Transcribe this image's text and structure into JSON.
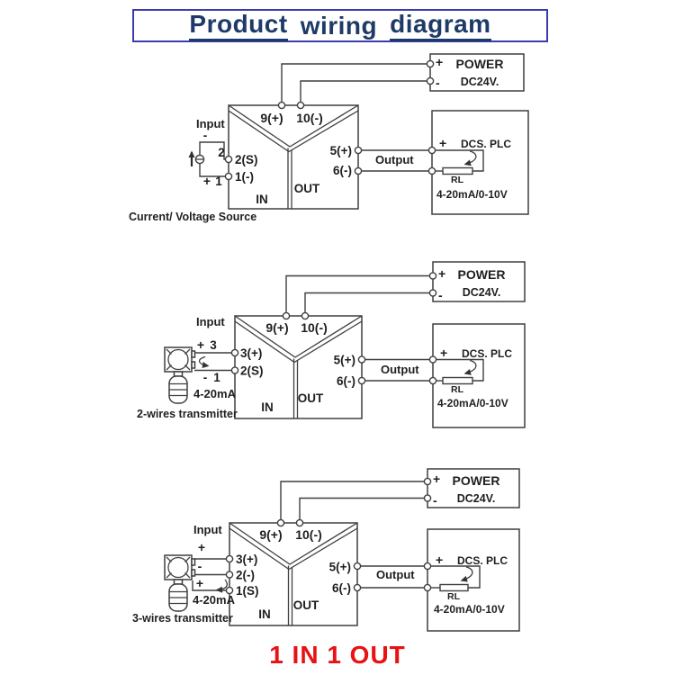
{
  "colors": {
    "line": "#3f3f3f",
    "text": "#1f1f1f",
    "red": "#d92f27",
    "footer_red": "#e81114",
    "navy": "#1e3a68",
    "title_border": "#3b3bb0"
  },
  "title": {
    "w1": "Product",
    "w2": "wiring",
    "w3": "diagram"
  },
  "footer": "1 IN 1 OUT",
  "diagrams": [
    {
      "name": "current-voltage-source",
      "input_label": "Input",
      "output_label": "Output",
      "caption": "Current/ Voltage Source",
      "power": {
        "plus": "+",
        "minus": "-",
        "name": "POWER",
        "voltage": "DC24V."
      },
      "device": {
        "t1": "9(+)",
        "t2": "10(-)",
        "l1": "2(S)",
        "l2": "1(-)",
        "r1": "5(+)",
        "r2": "6(-)",
        "in_label": "IN",
        "out_label": "OUT"
      },
      "dcs": {
        "plus": "+",
        "name": "DCS. PLC",
        "load": "RL",
        "range": "4-20mA/0-10V"
      },
      "source": {
        "minus": "-",
        "top_num": "2",
        "plus": "+",
        "bottom_num": "1"
      }
    },
    {
      "name": "two-wires-transmitter",
      "input_label": "Input",
      "output_label": "Output",
      "caption": "2-wires transmitter",
      "power": {
        "plus": "+",
        "minus": "-",
        "name": "POWER",
        "voltage": "DC24V."
      },
      "device": {
        "t1": "9(+)",
        "t2": "10(-)",
        "l1": "3(+)",
        "l2": "2(S)",
        "r1": "5(+)",
        "r2": "6(-)",
        "in_label": "IN",
        "out_label": "OUT"
      },
      "dcs": {
        "plus": "+",
        "name": "DCS. PLC",
        "load": "RL",
        "range": "4-20mA/0-10V"
      },
      "source": {
        "top_plus": "+",
        "top_num": "3",
        "bottom_minus": "-",
        "bottom_num": "1",
        "signal": "4-20mA"
      }
    },
    {
      "name": "three-wires-transmitter",
      "input_label": "Input",
      "output_label": "Output",
      "caption": "3-wires transmitter",
      "power": {
        "plus": "+",
        "minus": "-",
        "name": "POWER",
        "voltage": "DC24V."
      },
      "device": {
        "t1": "9(+)",
        "t2": "10(-)",
        "l1": "3(+)",
        "l2": "2(-)",
        "l3": "1(S)",
        "r1": "5(+)",
        "r2": "6(-)",
        "in_label": "IN",
        "out_label": "OUT"
      },
      "dcs": {
        "plus": "+",
        "name": "DCS. PLC",
        "load": "RL",
        "range": "4-20mA/0-10V"
      },
      "source": {
        "w1": "+",
        "w2": "-",
        "w3": "+",
        "signal": "4-20mA"
      }
    }
  ]
}
